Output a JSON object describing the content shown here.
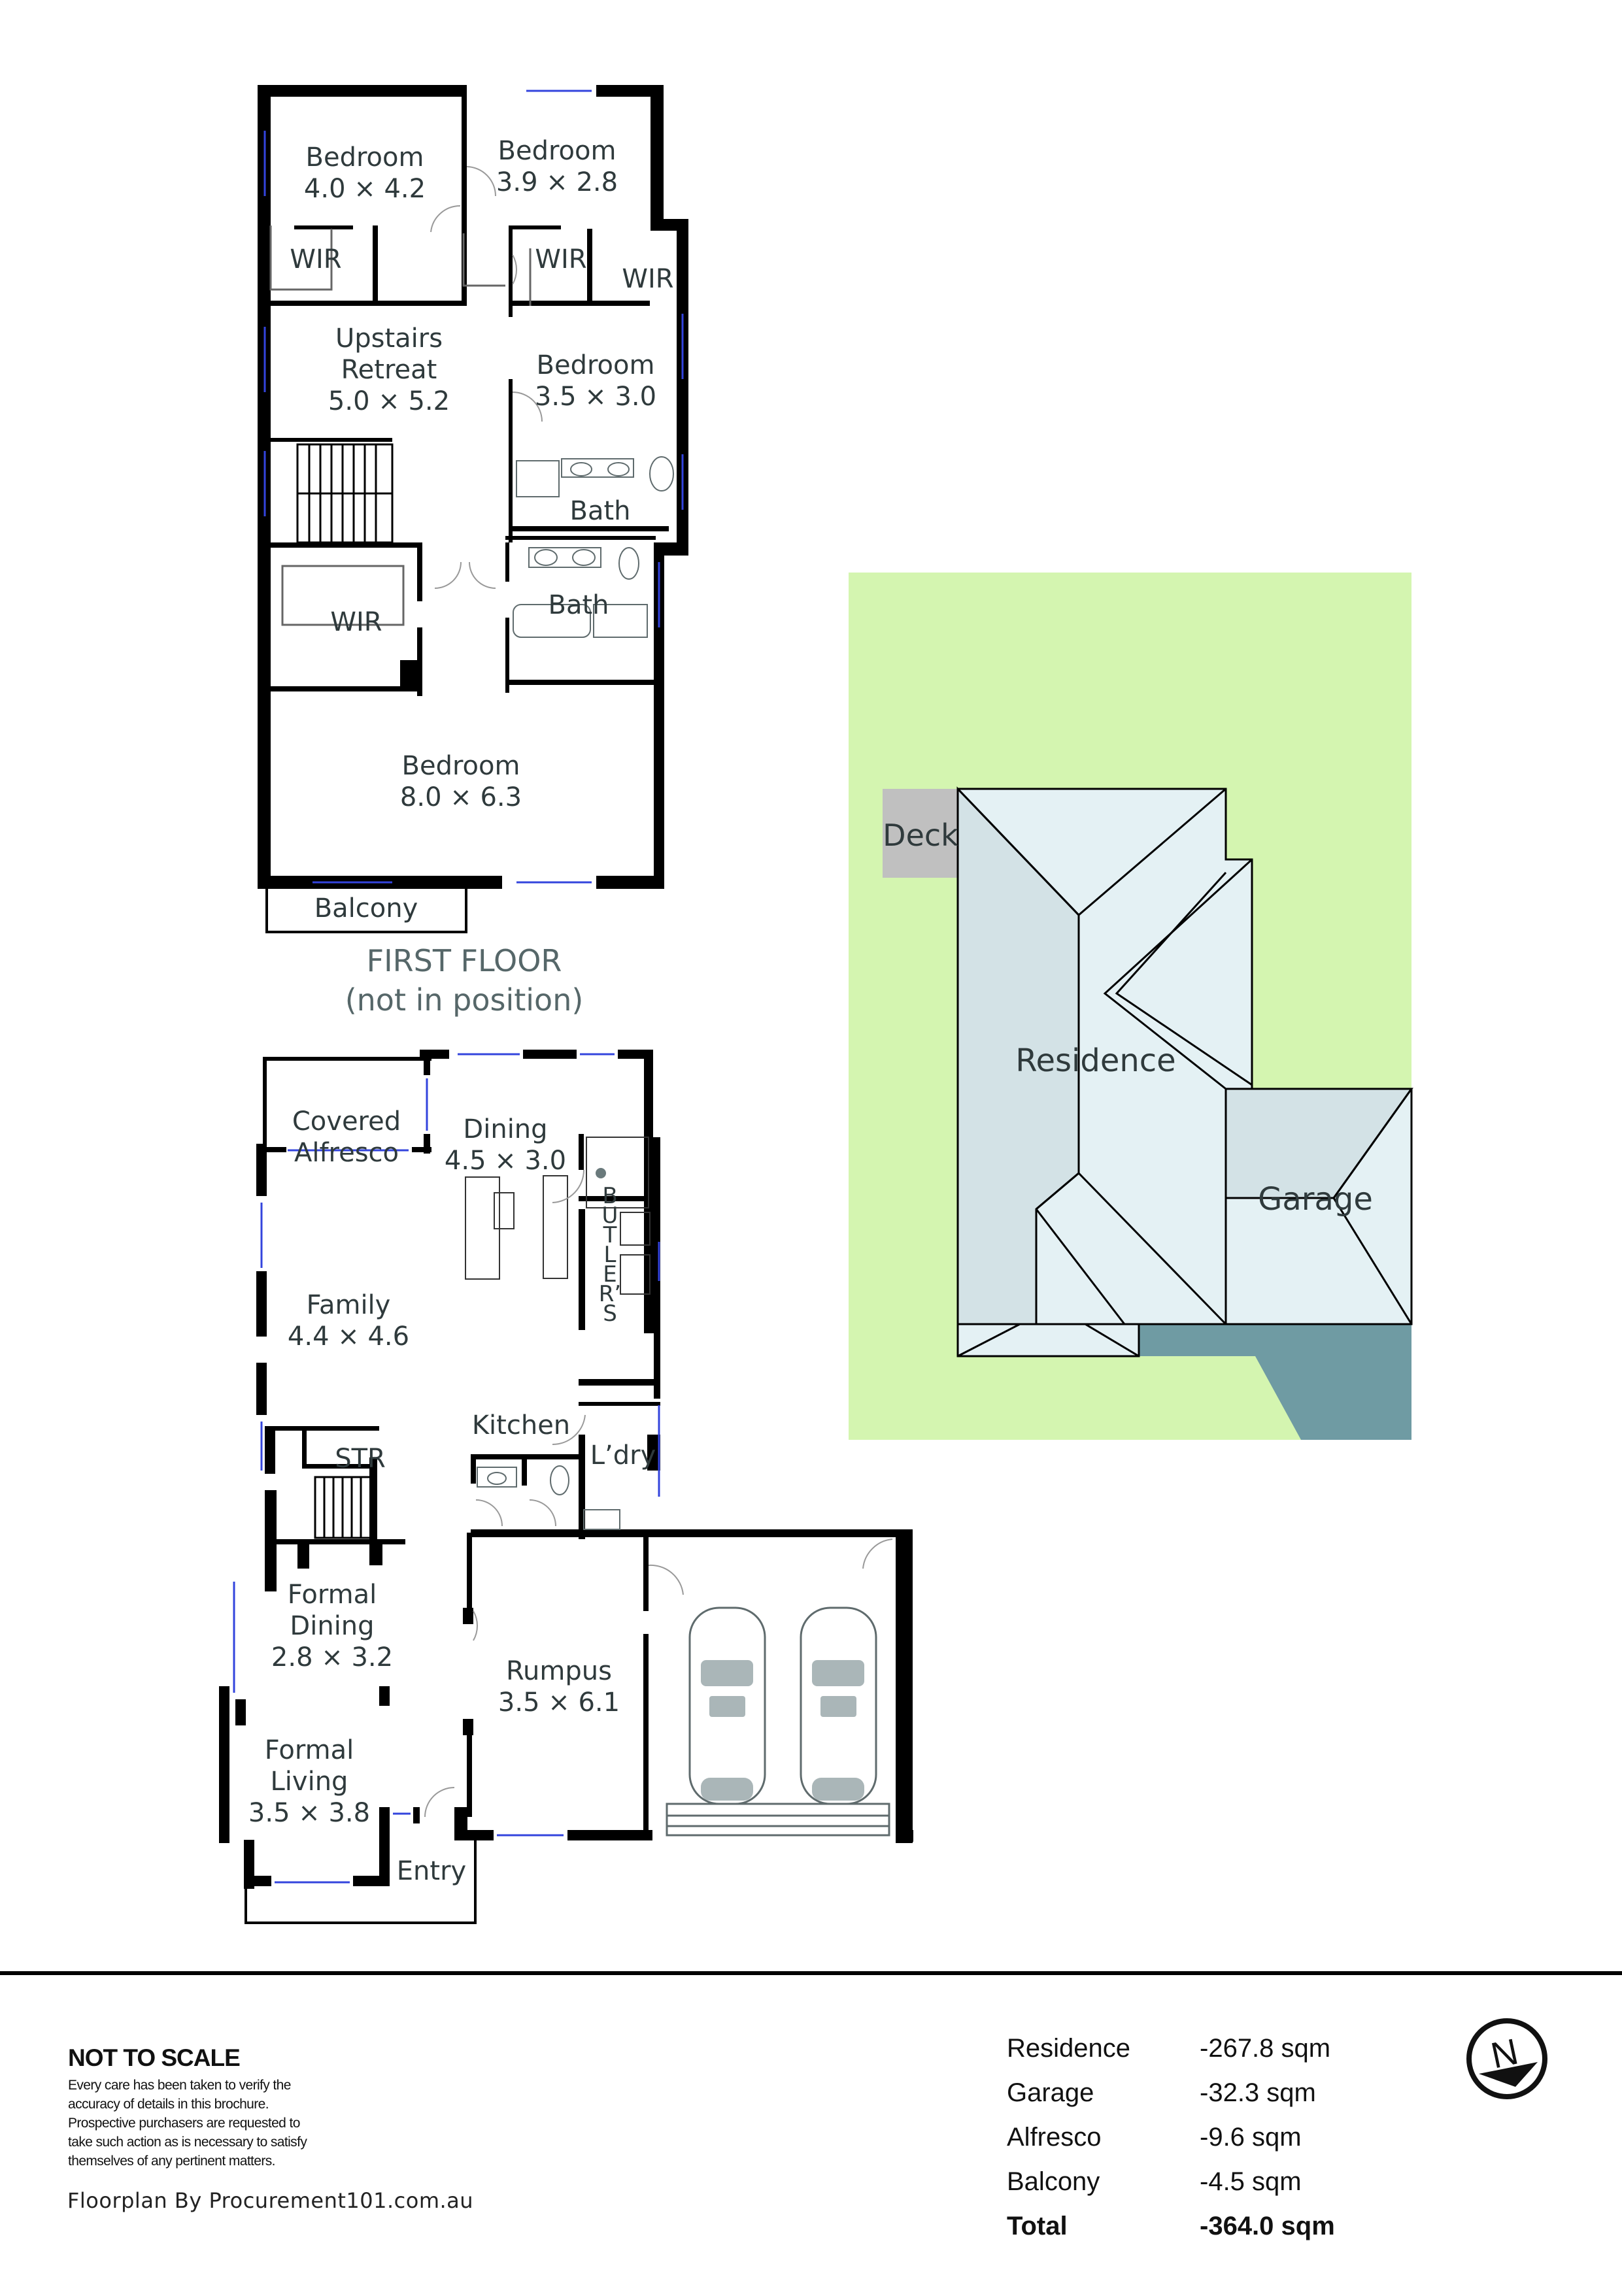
{
  "first_floor": {
    "caption_title": "FIRST FLOOR",
    "caption_note": "(not in position)",
    "rooms": [
      {
        "name": "Bedroom",
        "dims": "4.0 × 4.2"
      },
      {
        "name": "Bedroom",
        "dims": "3.9 × 2.8"
      },
      {
        "name": "WIR"
      },
      {
        "name": "WIR"
      },
      {
        "name": "WIR"
      },
      {
        "name": "Upstairs Retreat",
        "line1": "Upstairs",
        "line2": "Retreat",
        "dims": "5.0 × 5.2"
      },
      {
        "name": "Bedroom",
        "dims": "3.5 × 3.0"
      },
      {
        "name": "Bath"
      },
      {
        "name": "WIR"
      },
      {
        "name": "Bath"
      },
      {
        "name": "Bedroom",
        "dims": "8.0 × 6.3"
      },
      {
        "name": "Balcony"
      }
    ]
  },
  "ground_floor": {
    "rooms": [
      {
        "name": "Covered Alfresco",
        "line1": "Covered",
        "line2": "Alfresco"
      },
      {
        "name": "Dining",
        "dims": "4.5 × 3.0"
      },
      {
        "name": "Family",
        "dims": "4.4 × 4.6"
      },
      {
        "name": "BUTLER'S",
        "letters": [
          "B",
          "U",
          "T",
          "L",
          "E",
          "R’",
          "S"
        ]
      },
      {
        "name": "Kitchen"
      },
      {
        "name": "STR"
      },
      {
        "name": "L’dry"
      },
      {
        "name": "Formal Dining",
        "line1": "Formal",
        "line2": "Dining",
        "dims": "2.8 × 3.2"
      },
      {
        "name": "Rumpus",
        "dims": "3.5 × 6.1"
      },
      {
        "name": "Formal Living",
        "line1": "Formal",
        "line2": "Living",
        "dims": "3.5 × 3.8"
      },
      {
        "name": "Entry"
      }
    ]
  },
  "site_plan": {
    "labels": {
      "deck": "Deck",
      "residence": "Residence",
      "garage": "Garage"
    },
    "colors": {
      "lawn": "#d4f5b0",
      "deck": "#c0c0c0",
      "roof_light": "#e4f1f4",
      "roof_shade": "#d3e2e6",
      "driveway": "#6f9ba3"
    }
  },
  "footer": {
    "disclaimer_title": "NOT TO SCALE",
    "disclaimer_lines": [
      "Every care has been taken to verify the",
      "accuracy of details in this brochure.",
      "Prospective purchasers are requested to",
      "take such action as is necessary to satisfy",
      "themselves of any pertinent matters."
    ],
    "credit": "Floorplan By Procurement101.com.au",
    "areas": [
      {
        "label": "Residence",
        "value": "-267.8 sqm"
      },
      {
        "label": "Garage",
        "value": "-32.3 sqm"
      },
      {
        "label": "Alfresco",
        "value": "-9.6 sqm"
      },
      {
        "label": "Balcony",
        "value": "-4.5 sqm"
      },
      {
        "label": "Total",
        "value": "-364.0 sqm"
      }
    ],
    "north_label": "N"
  },
  "colors": {
    "wall": "#000000",
    "window": "#3344dd",
    "fixture": "#5f6b6d",
    "text": "#2f3a3c",
    "caption": "#566769"
  }
}
